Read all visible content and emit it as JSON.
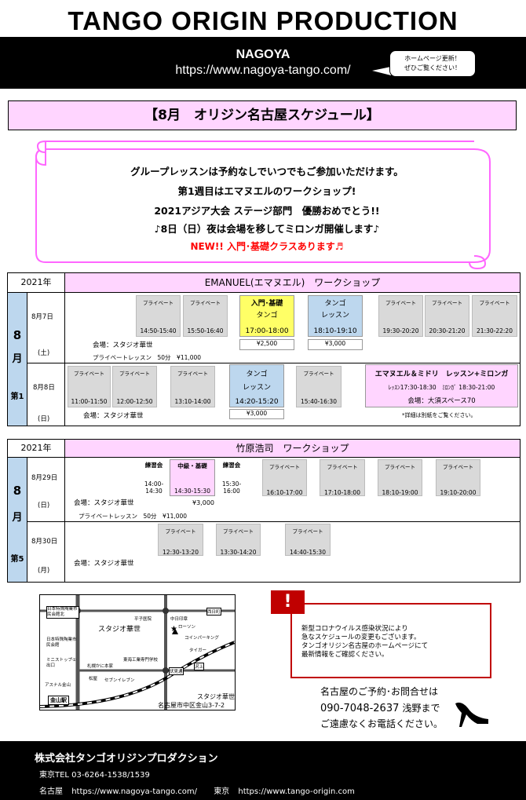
{
  "header": {
    "brand": "TANGO ORIGIN PRODUCTION",
    "city": "NAGOYA",
    "url": "https://www.nagoya-tango.com/",
    "bubble_line1": "ホームページ更新！",
    "bubble_line2": "ぜひご覧ください！"
  },
  "title": "【8月　オリジン名古屋スケジュール】",
  "notes": [
    "グループレッスンは予約なしでいつでもご参加いただけます。",
    "第1週目はエマヌエルのワークショップ!",
    "2021アジア大会 ステージ部門　優勝おめでとう!!",
    "♪8日（日）夜は会場を移してミロンガ開催します♪",
    "NEW!! 入門･基礎クラスあります♬"
  ],
  "colors": {
    "pink": "#ffd5ff",
    "blue": "#bdd7ee",
    "yellow": "#ffff66",
    "gray": "#d9d9d9",
    "red": "#c00000",
    "new_red": "#ff0000"
  },
  "week1": {
    "year": "2021年",
    "header": "EMANUEL(エマヌエル)　ワークショップ",
    "month": "8",
    "month_unit": "月",
    "week": "第1",
    "day1_date": "8月7日",
    "day1_dow": "(土)",
    "day2_date": "8月8日",
    "day2_dow": "(日)",
    "private": "プライベート",
    "row1": {
      "s1": "14:50-15:40",
      "s2": "15:50-16:40",
      "basic_l1": "入門･基礎",
      "basic_l2": "タンゴ",
      "basic_time": "17:00-18:00",
      "basic_price": "¥2,500",
      "tango_l1": "タンゴ",
      "tango_l2": "レッスン",
      "tango_time": "18:10-19:10",
      "tango_price": "¥3,000",
      "s3": "19:30-20:20",
      "s4": "20:30-21:20",
      "s5": "21:30-22:20",
      "venue": "会場：スタジオ華世",
      "private_note": "プライベートレッスン　50分　¥11,000"
    },
    "row2": {
      "s1": "11:00-11:50",
      "s2": "12:00-12:50",
      "s3": "13:10-14:00",
      "tango_l1": "タンゴ",
      "tango_l2": "レッスン",
      "tango_time": "14:20-15:20",
      "tango_price": "¥3,000",
      "s4": "15:40-16:30",
      "milonga_title": "エマヌエル＆ミドリ　レッスン+ミロンガ",
      "milonga_times": "ﾚｯｽﾝ17:30-18:30　ﾐﾛﾝｶﾞ 18:30-21:00",
      "milonga_venue": "会場：大須スペース70",
      "venue": "会場：スタジオ華世",
      "details": "*詳細は別紙をご覧ください。"
    }
  },
  "week5": {
    "year": "2021年",
    "header": "竹原浩司　ワークショップ",
    "month": "8",
    "month_unit": "月",
    "week": "第5",
    "day1_date": "8月29日",
    "day1_dow": "(日)",
    "day2_date": "8月30日",
    "day2_dow": "(月)",
    "practice": "練習会",
    "middle": "中級・基礎",
    "private": "プライベート",
    "row1": {
      "p1_l1": "14:00-",
      "p1_l2": "14:30",
      "mid_time": "14:30-15:30",
      "mid_price": "¥3,000",
      "p2_l1": "15:30-",
      "p2_l2": "16:00",
      "s1": "16:10-17:00",
      "s2": "17:10-18:00",
      "s3": "18:10-19:00",
      "s4": "19:10-20:00",
      "venue": "会場：スタジオ華世",
      "private_note": "プライベートレッスン　50分　¥11,000"
    },
    "row2": {
      "s1": "12:30-13:20",
      "s2": "13:30-14:20",
      "s3": "14:40-15:30",
      "venue": "会場：スタジオ華世"
    }
  },
  "map": {
    "labels": [
      "日本特殊陶業市民会館北",
      "日本特殊陶業市民会館",
      "ミニストップ①出口",
      "札幌かに本家",
      "松屋",
      "セブンイレブン",
      "アスナル金山",
      "金山駅",
      "平子医院",
      "中日印章",
      "ローソン",
      "コインパーキング",
      "タイガー",
      "東海工業専門学校",
      "伏見通",
      "沢上",
      "西日町"
    ],
    "studio": "スタジオ華世",
    "caption1": "スタジオ華世",
    "caption2": "名古屋市中区金山3-7-2"
  },
  "notice": {
    "line1": "新型コロナウイルス感染状況により",
    "line2": "急なスケジュールの変更もございます。",
    "line3": "タンゴオリジン名古屋のホームページにて",
    "line4": "最新情報をご確認ください。"
  },
  "contact": {
    "line1": "名古屋のご予約･お問合せは",
    "phone": "090-7048-2637",
    "person": "浅野まで",
    "line3": "ご遠慮なくお電話ください。"
  },
  "footer": {
    "company": "株式会社タンゴオリジンプロダクション",
    "tel": "東京TEL 03-6264-1538/1539",
    "nagoya_label": "名古屋",
    "nagoya_url": "https://www.nagoya-tango.com/",
    "tokyo_label": "東京",
    "tokyo_url": "https://www.tango-origin.com"
  }
}
